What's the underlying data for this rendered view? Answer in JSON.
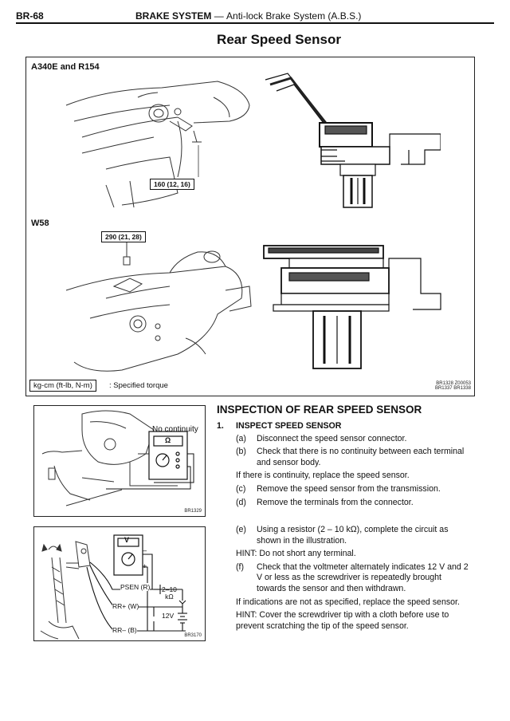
{
  "header": {
    "page_number": "BR-68",
    "section": "BRAKE SYSTEM",
    "dash": "—",
    "subsection": "Anti-lock Brake System (A.B.S.)"
  },
  "title": "Rear Speed Sensor",
  "top_figure": {
    "label_a340e": "A340E and R154",
    "torque_a340e": "160 (12, 16)",
    "label_w58": "W58",
    "torque_w58": "290 (21, 28)",
    "legend_unit": "kg-cm (ft-lb, N-m)",
    "legend_text": ": Specified torque",
    "ref_codes_line1": "BR1328 Z00053",
    "ref_codes_line2": "BR1337 BR1338"
  },
  "fig_continuity": {
    "label": "No continuity",
    "meter_unit": "Ω",
    "ref_code": "BR1329"
  },
  "fig_voltmeter": {
    "meter_unit": "V",
    "wire_psen": "PSEN (R)",
    "wire_rr_plus": "RR+ (W)",
    "wire_rr_minus": "RR– (B)",
    "resistor_line1": "2–10",
    "resistor_line2": "kΩ",
    "supply": "12V",
    "plus": "+",
    "minus": "–",
    "ref_code": "BR3170"
  },
  "inspection": {
    "heading": "INSPECTION OF REAR SPEED SENSOR",
    "step1_number": "1.",
    "step1_title": "INSPECT SPEED SENSOR",
    "a_mark": "(a)",
    "a_text": "Disconnect the speed sensor connector.",
    "b_mark": "(b)",
    "b_text": "Check that there is no continuity between each terminal and sensor body.",
    "b_note": "If there is continuity, replace the speed sensor.",
    "c_mark": "(c)",
    "c_text": "Remove the speed sensor from the transmission.",
    "d_mark": "(d)",
    "d_text": "Remove the terminals from the connector.",
    "e_mark": "(e)",
    "e_text": "Using a resistor (2 – 10 kΩ), complete the circuit as shown in the illustration.",
    "hint1": "HINT:  Do not short any terminal.",
    "f_mark": "(f)",
    "f_text": "Check that the voltmeter alternately indicates 12 V and 2 V or less as the screwdriver is repeatedly brought towards the sensor and then withdrawn.",
    "f_note": "If indications are not as specified, replace the speed sensor.",
    "hint2": "HINT:  Cover the screwdriver tip with a cloth before use to prevent scratching the tip of the speed sensor."
  }
}
